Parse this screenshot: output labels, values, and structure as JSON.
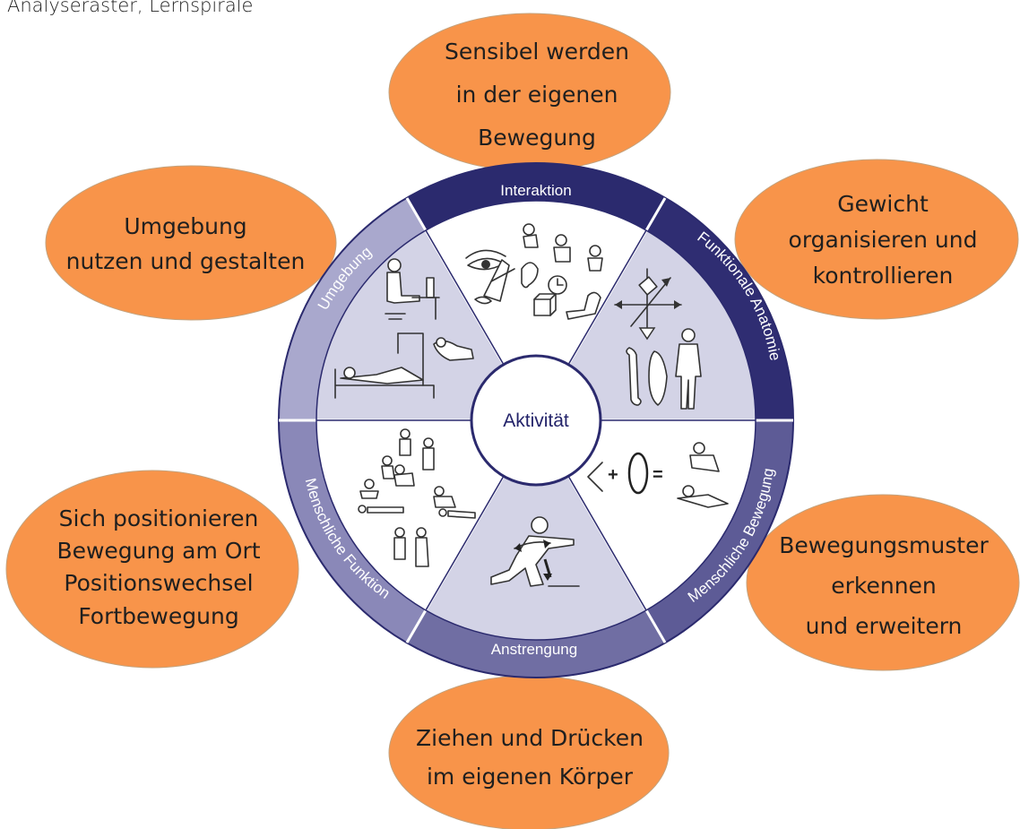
{
  "header": {
    "text": "Analyseraster, Lernspirale"
  },
  "center": {
    "label": "Aktivität"
  },
  "ring_labels": {
    "interaktion": "Interaktion",
    "funktionale_anatomie": "Funktionale Anatomie",
    "menschliche_bewegung": "Menschliche Bewegung",
    "anstrengung": "Anstrengung",
    "menschliche_funktion": "Menschliche Funktion",
    "umgebung": "Umgebung"
  },
  "ovals": {
    "top": [
      "Sensibel werden",
      "in der eigenen",
      "Bewegung"
    ],
    "top_right": [
      "Gewicht",
      "organisieren und",
      "kontrollieren"
    ],
    "bottom_right": [
      "Bewegungsmuster",
      "erkennen",
      "und erweitern"
    ],
    "bottom": [
      "Ziehen und Drücken",
      "im eigenen Körper"
    ],
    "bottom_left": [
      "Sich positionieren",
      "Bewegung am Ort",
      "Positionswechsel",
      "Fortbewegung"
    ],
    "top_left": [
      "Umgebung",
      "nutzen und gestalten"
    ]
  },
  "colors": {
    "oval_fill": "#f8944a",
    "ring_interaktion": "#2b2a6e",
    "ring_funktionale_anatomie": "#2f2d72",
    "ring_menschliche_bewegung": "#5d5b96",
    "ring_anstrengung": "#706ea3",
    "ring_menschliche_funktion": "#8a88b8",
    "ring_umgebung": "#a9a8cd",
    "sector_shaded": "#d3d3e6",
    "center_border": "#2b2a6e"
  }
}
